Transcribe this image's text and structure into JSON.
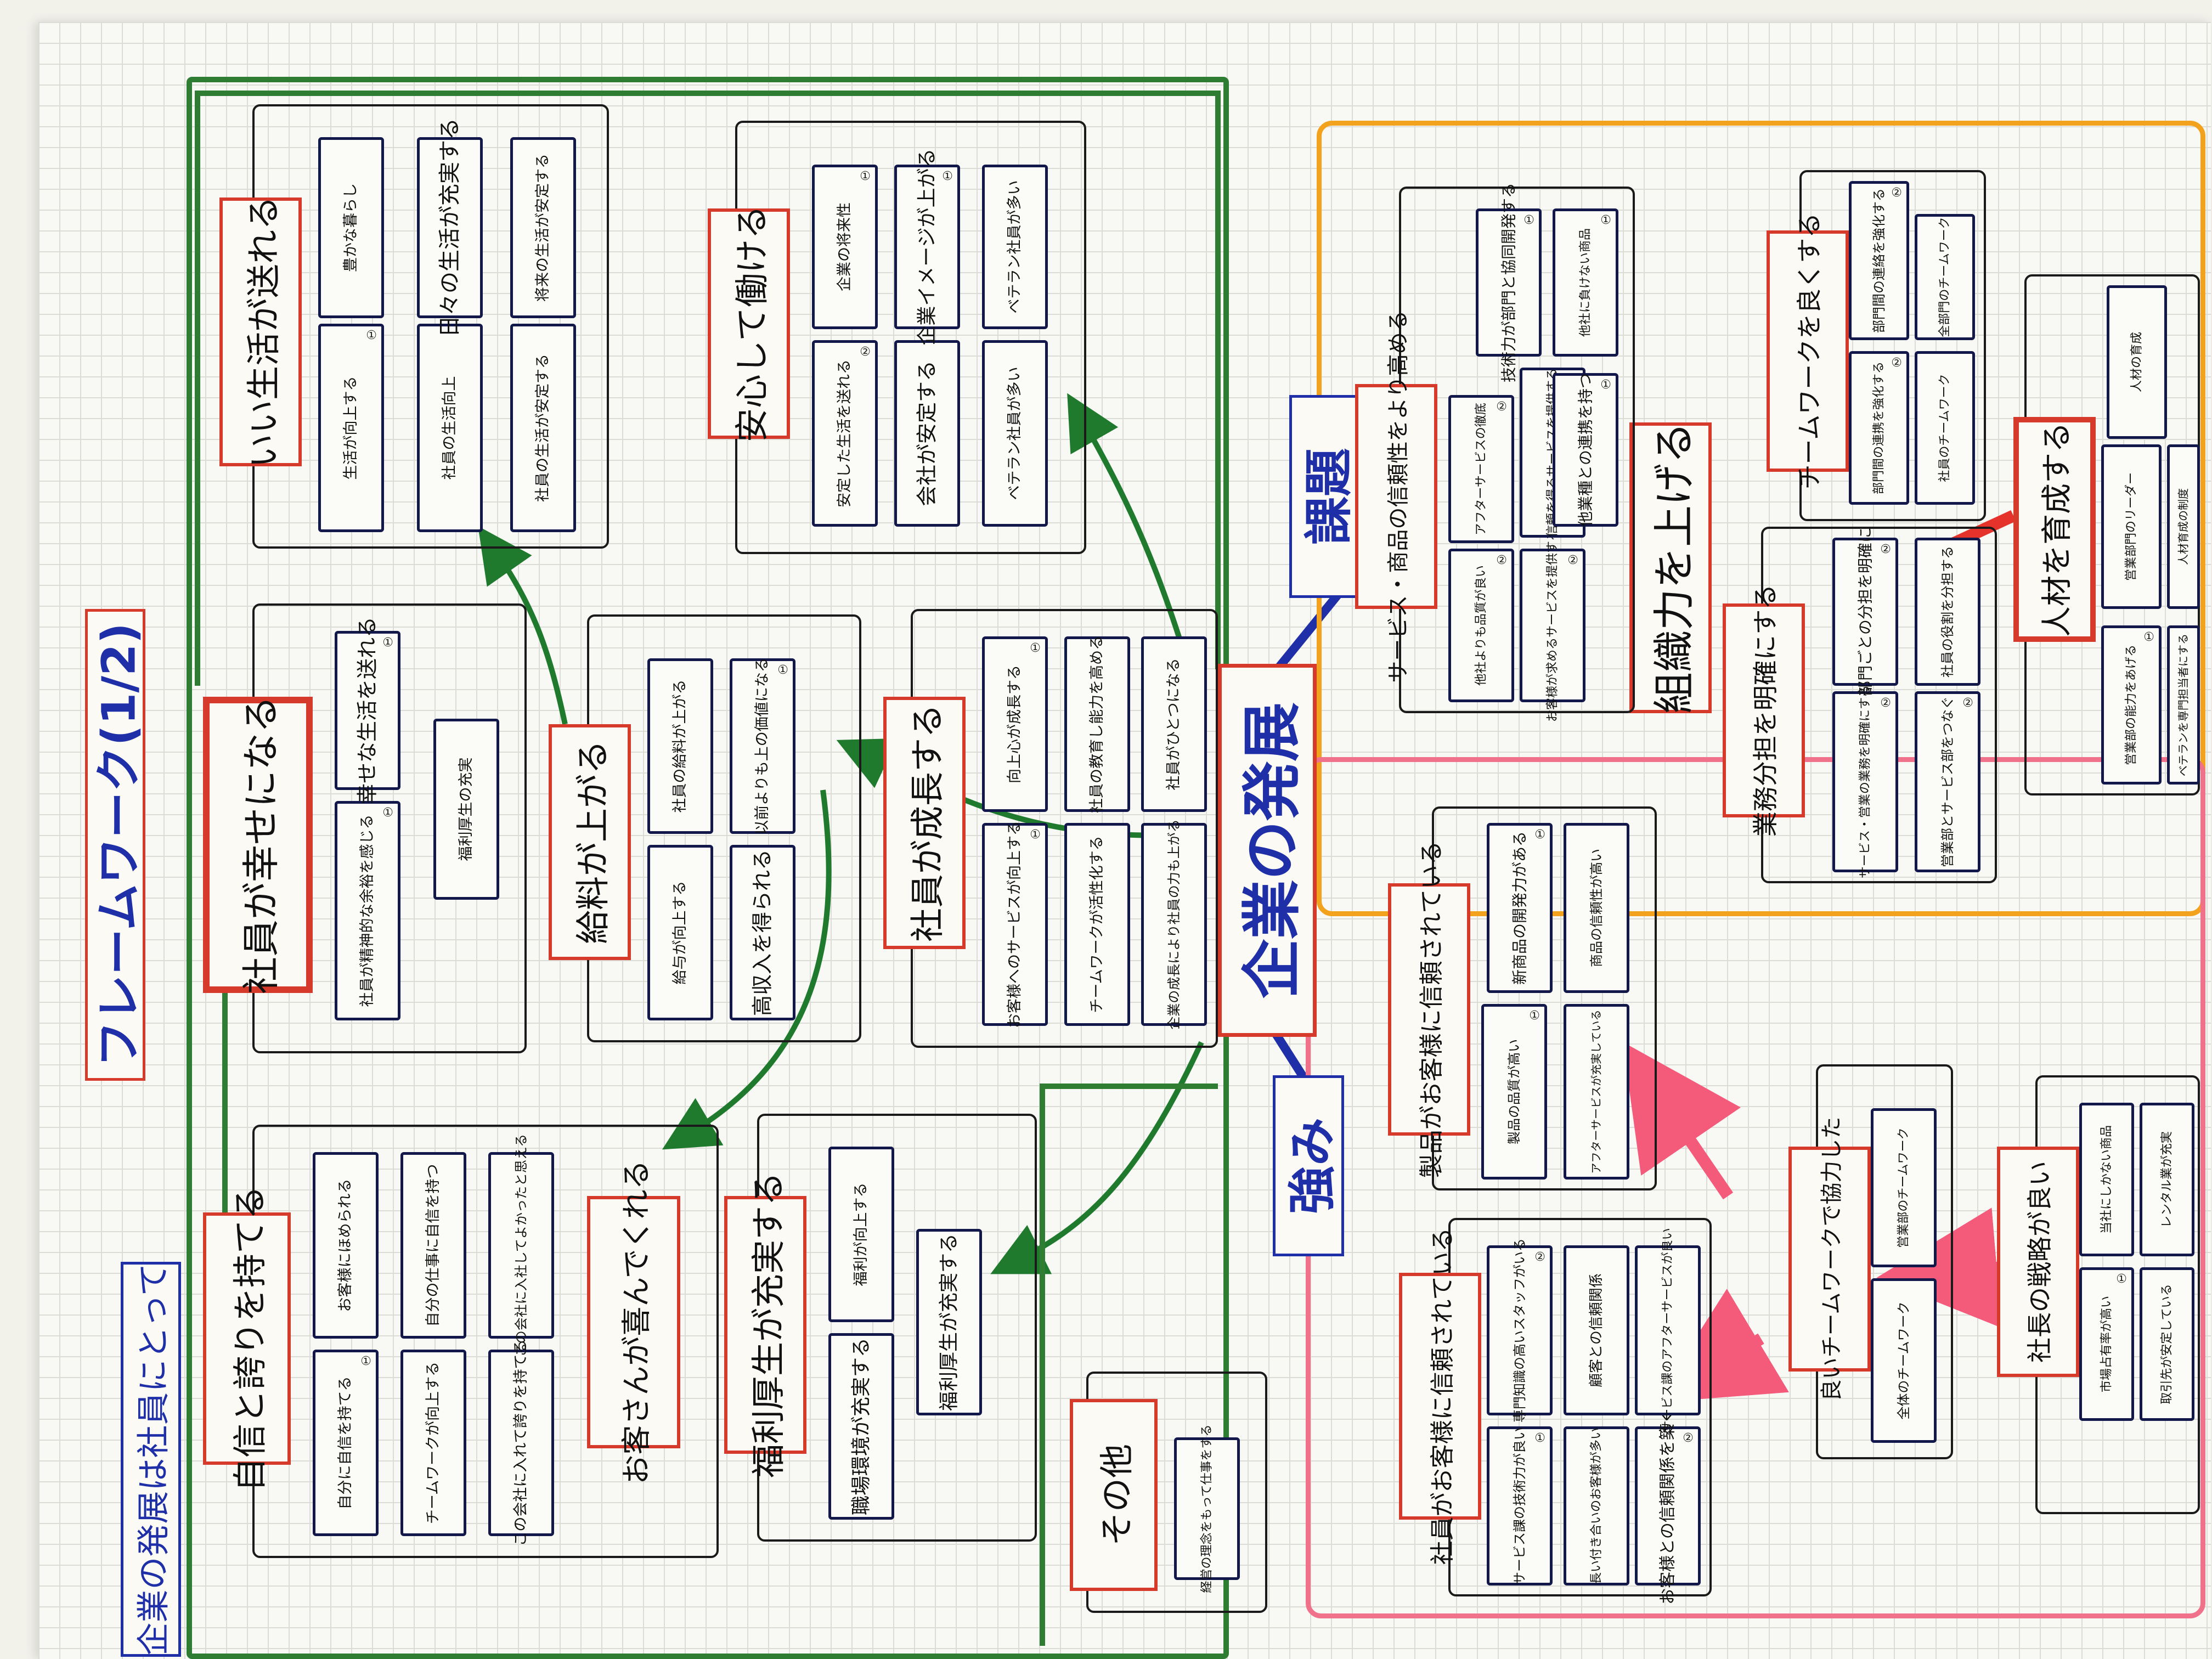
{
  "board": {
    "title": "フレームワーク(1/2)",
    "side_title": "企業の発展は社員にとって",
    "core": "企業の発展",
    "issues_label": "課題",
    "strengths_label": "強み"
  },
  "employee": {
    "outer": [
      {
        "id": "ii_seikatsu",
        "header": "いい生活が送れる",
        "cards": [
          {
            "text": "生活が向上する",
            "num": "①"
          },
          {
            "text": "社員の生活向上",
            "num": ""
          },
          {
            "text": "社員の生活が安定する",
            "num": ""
          },
          {
            "text": "豊かな暮らし",
            "num": ""
          },
          {
            "text": "日々の生活が充実する",
            "num": ""
          },
          {
            "text": "将来の生活が安定する",
            "num": ""
          }
        ]
      },
      {
        "id": "anshin",
        "header": "安心して働ける",
        "cards": [
          {
            "text": "安定した生活を送れる",
            "num": "②"
          },
          {
            "text": "会社が安定する",
            "num": ""
          },
          {
            "text": "ベテラン社員が多い",
            "num": ""
          },
          {
            "text": "企業の将来性",
            "num": "①"
          },
          {
            "text": "企業イメージが上がる",
            "num": "①"
          },
          {
            "text": "ベテラン社員が多い",
            "num": ""
          }
        ]
      },
      {
        "id": "shiawase",
        "header": "社員が幸せになる",
        "cards": [
          {
            "text": "社員が精神的な余裕を感じる",
            "num": "①"
          },
          {
            "text": "幸せな生活を送れる",
            "num": "①"
          },
          {
            "text": "福利厚生の充実",
            "num": ""
          }
        ]
      },
      {
        "id": "kyuryo",
        "header": "給料が上がる",
        "cards": [
          {
            "text": "給与が向上する",
            "num": ""
          },
          {
            "text": "高収入を得られる",
            "num": ""
          },
          {
            "text": "社員の給料が上がる",
            "num": ""
          },
          {
            "text": "以前よりも上の価値になる",
            "num": "①"
          }
        ]
      },
      {
        "id": "seicho",
        "header": "社員が成長する",
        "cards": [
          {
            "text": "お客様へのサービスが向上する",
            "num": "①"
          },
          {
            "text": "チームワークが活性化する",
            "num": ""
          },
          {
            "text": "企業の成長により社員の力も上がる",
            "num": ""
          },
          {
            "text": "向上心が成長する",
            "num": "①"
          },
          {
            "text": "社員の教育し能力を高める",
            "num": ""
          },
          {
            "text": "社員がひとつになる",
            "num": ""
          }
        ]
      },
      {
        "id": "jishin",
        "header": "自信と誇りを持てる",
        "cards": [
          {
            "text": "自分に自信を持てる",
            "num": "①"
          },
          {
            "text": "チームワークが向上する",
            "num": ""
          },
          {
            "text": "この会社に入れて誇りを持てる",
            "num": ""
          },
          {
            "text": "お客様にほめられる",
            "num": ""
          },
          {
            "text": "自分の仕事に自信を持つ",
            "num": ""
          },
          {
            "text": "この会社に入社してよかったと思える",
            "num": ""
          }
        ]
      },
      {
        "id": "okyaku",
        "header": "お客さんが喜んでくれる",
        "cards": []
      },
      {
        "id": "fukuri",
        "header": "福利厚生が充実する",
        "cards": [
          {
            "text": "職場環境が充実する",
            "num": ""
          },
          {
            "text": "福利厚生が充実する",
            "num": ""
          },
          {
            "text": "福利が向上する",
            "num": ""
          }
        ]
      },
      {
        "id": "sonota",
        "header": "その他",
        "cards": [
          {
            "text": "経営の理念をもって仕事をする",
            "num": ""
          }
        ]
      }
    ]
  },
  "issues": {
    "main_header": "組織力を上げる",
    "groups": [
      {
        "id": "service",
        "header": "サービス・商品の信頼性をより高める",
        "cards": [
          {
            "text": "他社よりも品質が良い",
            "num": "②"
          },
          {
            "text": "お客様が求めるサービスを提供する",
            "num": "②"
          },
          {
            "text": "信頼を得るサービスを提供する",
            "num": ""
          },
          {
            "text": "アフターサービスの徹底",
            "num": "②"
          },
          {
            "text": "他社に負けない商品",
            "num": "①"
          },
          {
            "text": "技術力が部門と協同開発する",
            "num": "①"
          },
          {
            "text": "他業種との連携を持つ",
            "num": "①"
          }
        ]
      },
      {
        "id": "buntan",
        "header": "業務分担を明確にする",
        "cards": [
          {
            "text": "サービス・営業の業務を明確にする",
            "num": "②"
          },
          {
            "text": "営業部とサービス部をつなぐ",
            "num": "②"
          },
          {
            "text": "部門ごとの分担を明確に",
            "num": "②"
          },
          {
            "text": "社員の役割を分担する",
            "num": ""
          }
        ]
      },
      {
        "id": "teamwork",
        "header": "チームワークを良くする",
        "cards": [
          {
            "text": "部門間の連携を強化する",
            "num": "②"
          },
          {
            "text": "社員のチームワーク",
            "num": ""
          },
          {
            "text": "部門間の連絡を強化する",
            "num": "②"
          },
          {
            "text": "全部門のチームワーク",
            "num": ""
          }
        ]
      },
      {
        "id": "jinzai",
        "header": "人材を育成する",
        "cards": [
          {
            "text": "営業部の能力をあげる",
            "num": "①"
          },
          {
            "text": "ベテランを専門担当者にする",
            "num": ""
          },
          {
            "text": "人材の育成",
            "num": ""
          },
          {
            "text": "営業部門のリーダー",
            "num": ""
          },
          {
            "text": "人材育成の制度",
            "num": ""
          }
        ]
      }
    ]
  },
  "strengths": {
    "groups": [
      {
        "id": "shinrai",
        "header": "製品がお客様に信頼されている",
        "cards": [
          {
            "text": "製品の品質が高い",
            "num": "①"
          },
          {
            "text": "新商品の開発力がある",
            "num": "①"
          },
          {
            "text": "アフターサービスが充実している",
            "num": ""
          },
          {
            "text": "商品の信頼性が高い",
            "num": ""
          }
        ]
      },
      {
        "id": "okyaku_shinrai",
        "header": "社員がお客様に信頼されている",
        "cards": [
          {
            "text": "サービス課の技術力が良い",
            "num": "①"
          },
          {
            "text": "専門知識の高いスタッフがいる",
            "num": "②"
          },
          {
            "text": "顧客との信頼関係",
            "num": ""
          },
          {
            "text": "長い付き合いのお客様が多い",
            "num": ""
          },
          {
            "text": "お客様との信頼関係を築く",
            "num": "②"
          },
          {
            "text": "サービス課のアフターサービスが良い",
            "num": ""
          }
        ]
      },
      {
        "id": "team",
        "header": "良いチームワークで協力した",
        "cards": [
          {
            "text": "全体のチームワーク",
            "num": ""
          },
          {
            "text": "営業部のチームワーク",
            "num": ""
          }
        ]
      },
      {
        "id": "senryaku",
        "header": "社長の戦略が良い",
        "cards": [
          {
            "text": "市場占有率が高い",
            "num": "①"
          },
          {
            "text": "取引先が安定している",
            "num": ""
          },
          {
            "text": "当社にしかない商品",
            "num": ""
          },
          {
            "text": "レンタル業が充実",
            "num": ""
          }
        ]
      }
    ]
  },
  "colors": {
    "employee": "#2e7d32",
    "issues": "#f2a21c",
    "strengths": "#f0728a",
    "header_border": "#d63a2a",
    "card_border": "#13184a",
    "arrow_green": "#1f7a2e",
    "arrow_pink": "#f45b7a",
    "arrow_red": "#e5322a",
    "blue_text": "#1f2fa8"
  }
}
